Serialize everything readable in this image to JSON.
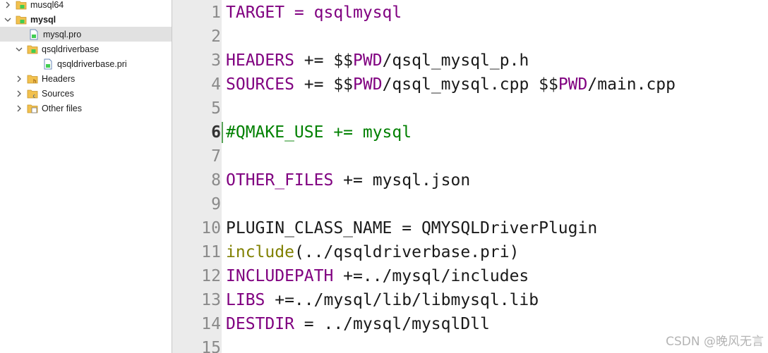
{
  "project_tree": {
    "items": [
      {
        "label": "musql64",
        "bold": false,
        "expanded": false,
        "icon": "qt-project-folder-icon",
        "level": 0
      },
      {
        "label": "mysql",
        "bold": true,
        "expanded": true,
        "icon": "qt-project-folder-icon",
        "level": 0
      },
      {
        "label": "mysql.pro",
        "bold": false,
        "expanded": null,
        "icon": "pro-file-icon",
        "level": 1,
        "selected": true
      },
      {
        "label": "qsqldriverbase",
        "bold": false,
        "expanded": true,
        "icon": "qt-project-folder-icon",
        "level": 1
      },
      {
        "label": "qsqldriverbase.pri",
        "bold": false,
        "expanded": null,
        "icon": "pri-file-icon",
        "level": 2
      },
      {
        "label": "Headers",
        "bold": false,
        "expanded": false,
        "icon": "headers-folder-icon",
        "level": 1
      },
      {
        "label": "Sources",
        "bold": false,
        "expanded": false,
        "icon": "sources-folder-icon",
        "level": 1
      },
      {
        "label": "Other files",
        "bold": false,
        "expanded": false,
        "icon": "other-files-folder-icon",
        "level": 1
      }
    ]
  },
  "editor": {
    "current_line": "6",
    "lines": [
      {
        "num": "1",
        "tokens": [
          {
            "t": "TARGET = qsqlmysql",
            "c": "var"
          }
        ]
      },
      {
        "num": "2",
        "tokens": []
      },
      {
        "num": "3",
        "tokens": [
          {
            "t": "HEADERS",
            "c": "var"
          },
          {
            "t": " += $$",
            "c": "plain"
          },
          {
            "t": "PWD",
            "c": "var"
          },
          {
            "t": "/qsql_mysql_p.h",
            "c": "plain"
          }
        ]
      },
      {
        "num": "4",
        "tokens": [
          {
            "t": "SOURCES",
            "c": "var"
          },
          {
            "t": " += $$",
            "c": "plain"
          },
          {
            "t": "PWD",
            "c": "var"
          },
          {
            "t": "/qsql_mysql.cpp $$",
            "c": "plain"
          },
          {
            "t": "PWD",
            "c": "var"
          },
          {
            "t": "/main.cpp",
            "c": "plain"
          }
        ]
      },
      {
        "num": "5",
        "tokens": []
      },
      {
        "num": "6",
        "tokens": [
          {
            "t": "#QMAKE_USE += mysql",
            "c": "comment"
          }
        ]
      },
      {
        "num": "7",
        "tokens": []
      },
      {
        "num": "8",
        "tokens": [
          {
            "t": "OTHER_FILES",
            "c": "var"
          },
          {
            "t": " += mysql.json",
            "c": "plain"
          }
        ]
      },
      {
        "num": "9",
        "tokens": []
      },
      {
        "num": "10",
        "tokens": [
          {
            "t": "PLUGIN_CLASS_NAME = QMYSQLDriverPlugin",
            "c": "plain"
          }
        ]
      },
      {
        "num": "11",
        "tokens": [
          {
            "t": "include",
            "c": "fn"
          },
          {
            "t": "(../qsqldriverbase.pri)",
            "c": "plain"
          }
        ]
      },
      {
        "num": "12",
        "tokens": [
          {
            "t": "INCLUDEPATH",
            "c": "var"
          },
          {
            "t": " +=../mysql/includes",
            "c": "plain"
          }
        ]
      },
      {
        "num": "13",
        "tokens": [
          {
            "t": "LIBS",
            "c": "var"
          },
          {
            "t": " +=../mysql/lib/libmysql.lib",
            "c": "plain"
          }
        ]
      },
      {
        "num": "14",
        "tokens": [
          {
            "t": "DESTDIR",
            "c": "var"
          },
          {
            "t": " = ../mysql/mysqlDll",
            "c": "plain"
          }
        ]
      },
      {
        "num": "15",
        "tokens": []
      }
    ]
  },
  "watermark": "CSDN @晚风无言",
  "colors": {
    "keyword_var": "#800080",
    "comment": "#008000",
    "function": "#808000",
    "plain": "#1a1a1a",
    "selection": "#e1e1e1",
    "gutter": "#ebebeb"
  }
}
